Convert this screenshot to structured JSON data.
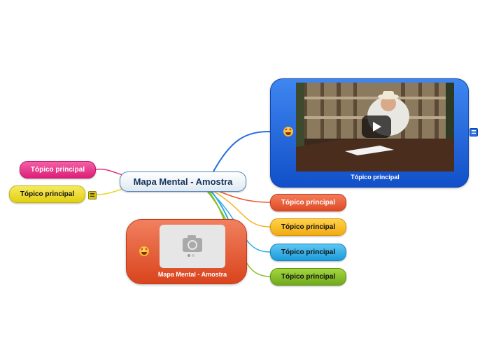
{
  "central_topic": "Mapa Mental - Amostra",
  "left_topics": [
    {
      "label": "Tópico principal",
      "color": "#e8297f"
    },
    {
      "label": "Tópico principal",
      "color": "#e8d72a"
    }
  ],
  "right_topics": [
    {
      "label": "Tópico principal",
      "color": "#e85a33"
    },
    {
      "label": "Tópico principal",
      "color": "#f5b21f"
    },
    {
      "label": "Tópico principal",
      "color": "#2eaee6"
    },
    {
      "label": "Tópico principal",
      "color": "#86bf28"
    }
  ],
  "video_topic": {
    "label": "Tópico principal",
    "color": "#2a6fe0",
    "media": "video-thumbnail",
    "icon": "heart-eyes-emoji"
  },
  "image_topic": {
    "label": "Mapa Mental - Amostra",
    "color": "#e5603a",
    "media": "camera-placeholder",
    "icon": "heart-eyes-emoji"
  },
  "note_icons": [
    "note-icon-yellow",
    "note-icon-blue"
  ]
}
